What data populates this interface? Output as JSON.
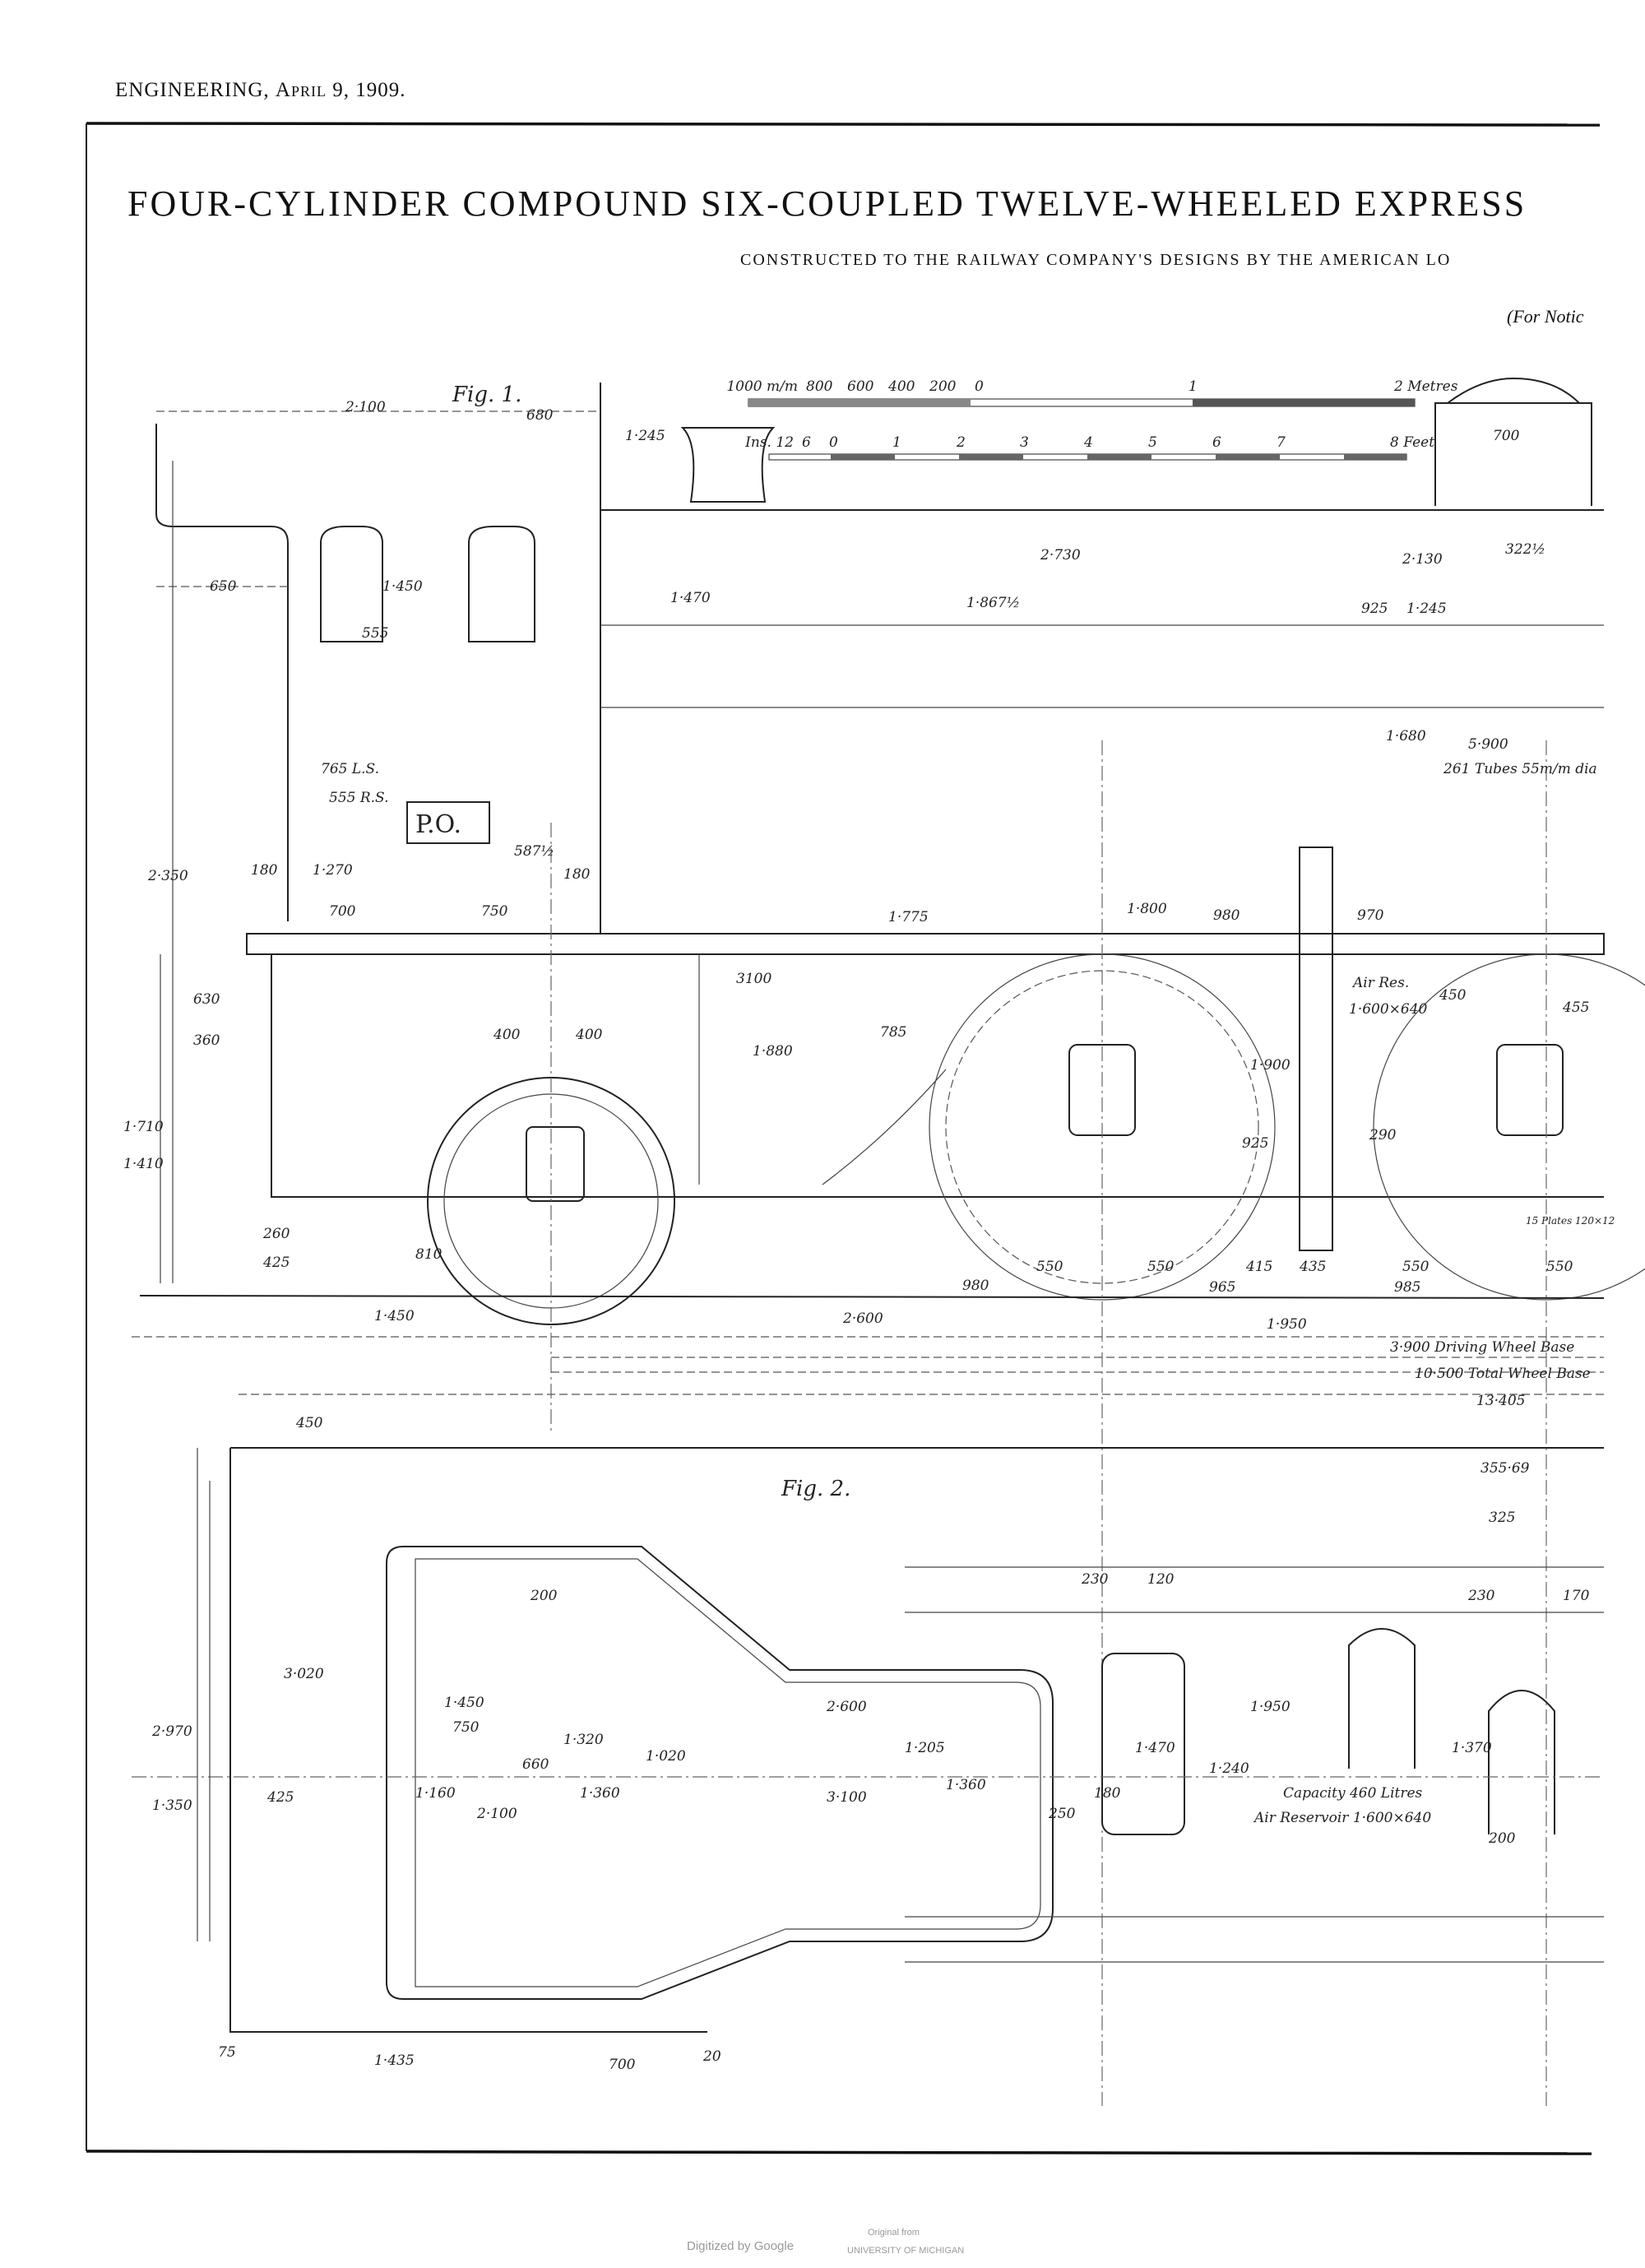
{
  "header": {
    "publication": "ENGINEERING,",
    "date": "April 9, 1909."
  },
  "title": "FOUR-CYLINDER COMPOUND SIX-COUPLED TWELVE-WHEELED EXPRESS",
  "subtitle": "CONSTRUCTED TO THE RAILWAY COMPANY'S DESIGNS BY THE AMERICAN LO",
  "notice": "(For Notic",
  "fig1": {
    "label": "Fig. 1.",
    "scale_metric": {
      "ticks": [
        "1000 m/m",
        "800",
        "600",
        "400",
        "200",
        "0",
        "1",
        "2 Metres"
      ]
    },
    "scale_imperial": {
      "ticks": [
        "Ins. 12",
        "6",
        "0",
        "1",
        "2",
        "3",
        "4",
        "5",
        "6",
        "7",
        "8 Feet"
      ]
    },
    "plate": "P.O.",
    "dims": [
      "2·100",
      "680",
      "1·245",
      "700",
      "650",
      "1·450",
      "555",
      "1·470",
      "1·867½",
      "2·730",
      "2·130",
      "322½",
      "1·245",
      "925",
      "1·680",
      "5·900",
      "261 Tubes 55m/m dia",
      "765 L.S.",
      "555 R.S.",
      "2·350",
      "180",
      "1·270",
      "700",
      "750",
      "180",
      "587½",
      "1·775",
      "1·800",
      "980",
      "970",
      "Air Res.",
      "1·600×640",
      "450",
      "455",
      "3100",
      "400",
      "400",
      "1·880",
      "785",
      "1·900",
      "925",
      "290",
      "1·710",
      "1·410",
      "360",
      "630",
      "260",
      "425",
      "810",
      "550",
      "550",
      "415",
      "435",
      "550",
      "550",
      "980",
      "965",
      "985",
      "1·450",
      "2·600",
      "1·950",
      "3·900 Driving Wheel Base",
      "10·500 Total Wheel Base",
      "13·405",
      "15 Plates 120×12"
    ]
  },
  "fig2": {
    "label": "Fig. 2.",
    "dims": [
      "450",
      "355·69",
      "325",
      "230",
      "120",
      "230",
      "170",
      "200",
      "2·600",
      "3·100",
      "1·450",
      "750",
      "1·950",
      "Capacity 460 Litres",
      "Air Reservoir 1·600×640",
      "2·970",
      "1·350",
      "3·020",
      "425",
      "200",
      "1·435",
      "700",
      "75",
      "20",
      "1·160",
      "2·100",
      "660",
      "1·320",
      "1·360",
      "1·020",
      "1·205",
      "1·360",
      "1·470",
      "1·240",
      "1·370",
      "250",
      "180"
    ]
  },
  "footer": {
    "digitized": "Digitized by Google",
    "original_from": "Original from",
    "source": "UNIVERSITY OF MICHIGAN"
  }
}
